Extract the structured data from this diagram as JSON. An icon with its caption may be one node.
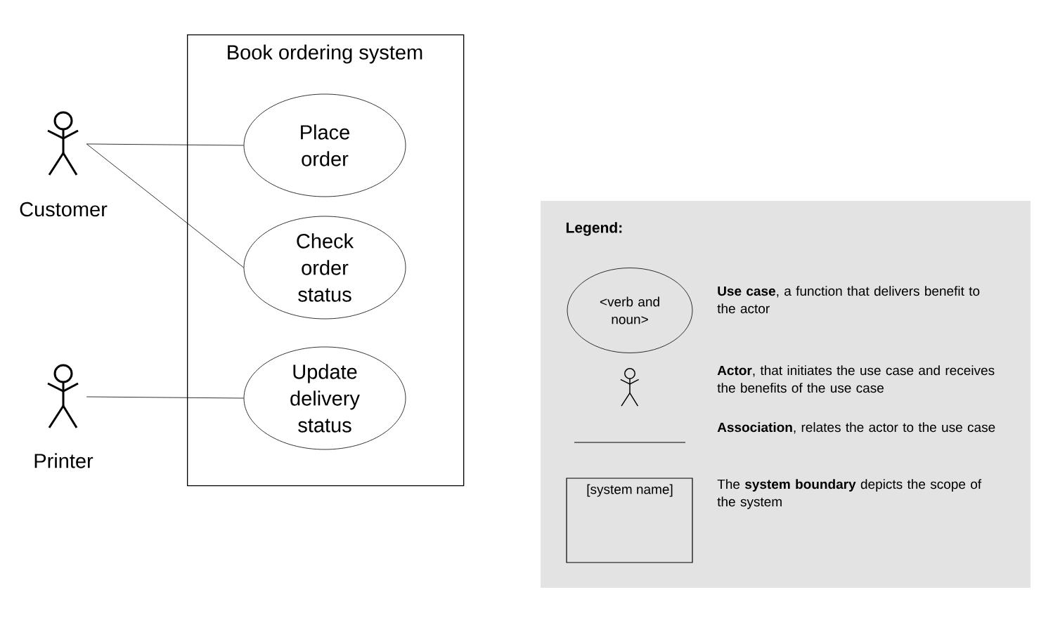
{
  "diagram": {
    "nodes": [
      {
        "text": [
          "Book ordering system"
        ]
      },
      {
        "text": [
          "Place order"
        ],
        "in": 0
      },
      {
        "text": [
          "Check order status"
        ],
        "in": 0
      },
      {
        "text": [
          "Update delivery status"
        ],
        "in": 0
      },
      {
        "text": [
          "Customer"
        ]
      },
      {
        "text": [
          "Printer"
        ]
      }
    ],
    "edges": [
      {
        "from": 4,
        "to": 1,
        "arrow": "none"
      },
      {
        "from": 4,
        "to": 2,
        "arrow": "none"
      },
      {
        "from": 5,
        "to": 3,
        "arrow": "none"
      }
    ],
    "labels": [
      "Legend:",
      "<verb and noun>",
      "[system name]"
    ],
    "legend": [
      {
        "text": "**Use case**, a function that delivers benefit to the actor"
      },
      {
        "text": "**Actor**, that initiates the use case and receives the benefits of the use case"
      },
      {
        "text": "**Association**, relates the actor to the use case"
      },
      {
        "text": "The **system boundary** depicts the scope of the system"
      }
    ]
  }
}
